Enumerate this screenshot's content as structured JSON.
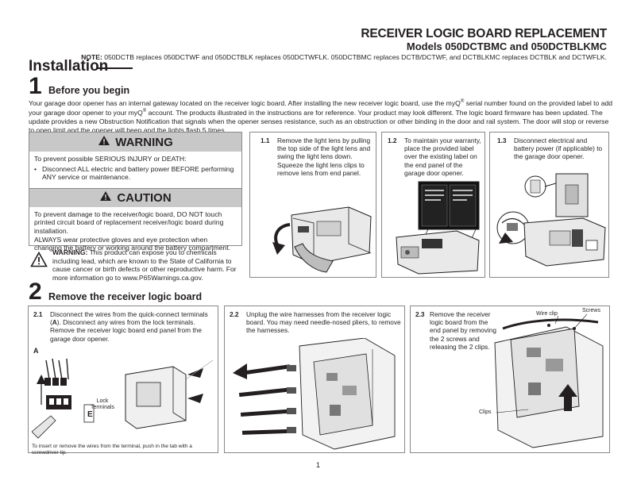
{
  "header": {
    "title": "RECEIVER LOGIC BOARD REPLACEMENT",
    "models": "Models 050DCTBMC and 050DCTBLKMC",
    "note_label": "NOTE:",
    "note_text": " 050DCTB replaces 050DCTWF and 050DCTBLK replaces 050DCTWFLK. 050DCTBMC replaces DCTB/DCTWF, and DCTBLKMC replaces DCTBLK and DCTWFLK."
  },
  "section": {
    "title": "Installation"
  },
  "step1": {
    "number": "1",
    "title": "Before you begin",
    "intro_1": "Your garage door opener has an internal gateway located on the receiver logic board. After installing the new receiver logic board, use the myQ",
    "intro_sup1": "®",
    "intro_2": " serial number found on the provided label to add your garage door opener to your myQ",
    "intro_sup2": "®",
    "intro_3": " account. The products illustrated in the instructions are for reference. Your product may look different. The logic board firmware has been updated. The update provides a new Obstruction Notification that signals when the opener senses resistance, such as an obstruction or other binding in the door and rail system. The door will stop or reverse to open limit and the opener will beep and the lights flash 5 times."
  },
  "warning": {
    "label": "WARNING",
    "line1": "To prevent possible SERIOUS INJURY or DEATH:",
    "bullet": "Disconnect ALL electric and battery power BEFORE performing ANY service or maintenance."
  },
  "caution": {
    "label": "CAUTION",
    "para1": "To prevent damage to the receiver/logic board, DO NOT touch printed circuit board of replacement receiver/logic board during installation.",
    "para2": "ALWAYS wear protective gloves and eye protection when changing the battery or working around the battery compartment."
  },
  "prop65": {
    "label": "WARNING:",
    "text": " This product can expose you to chemicals including lead, which are known to the State of California to cause cancer or birth defects or other reproductive harm. For more information go to www.P65Warnings.ca.gov."
  },
  "steps_row1": [
    {
      "num": "1.1",
      "text": "Remove the light lens by pulling the top side of the light lens and swing the light lens down. Squeeze the light lens clips to remove lens from end panel."
    },
    {
      "num": "1.2",
      "text": "To maintain your warranty, place the provided label over the existing label on the end panel of the garage door opener."
    },
    {
      "num": "1.3",
      "text": "Disconnect electrical and battery power (if applicable) to the garage door opener."
    }
  ],
  "step2": {
    "number": "2",
    "title": "Remove the receiver logic board"
  },
  "steps_row2": [
    {
      "num": "2.1",
      "text_a": "Disconnect the wires from the quick-connect terminals (",
      "text_bold": "A",
      "text_b": "). Disconnect any wires from the lock terminals. Remove the receiver logic board end panel from the garage door opener."
    },
    {
      "num": "2.2",
      "text": "Unplug the wire harnesses from the receiver logic board. You may need needle-nosed pliers, to remove the harnesses."
    },
    {
      "num": "2.3",
      "text": "Remove the receiver logic board from the end panel by removing the 2 screws and releasing the 2 clips."
    }
  ],
  "figure_labels": {
    "a": "A",
    "lock": "Lock",
    "terminals": "Terminals",
    "insert_note": "To insert or remove the wires from the terminal, push in the tab with a screwdriver tip.",
    "wire_clip": "Wire clip",
    "screws": "Screws",
    "clips": "Clips"
  },
  "page_number": "1"
}
